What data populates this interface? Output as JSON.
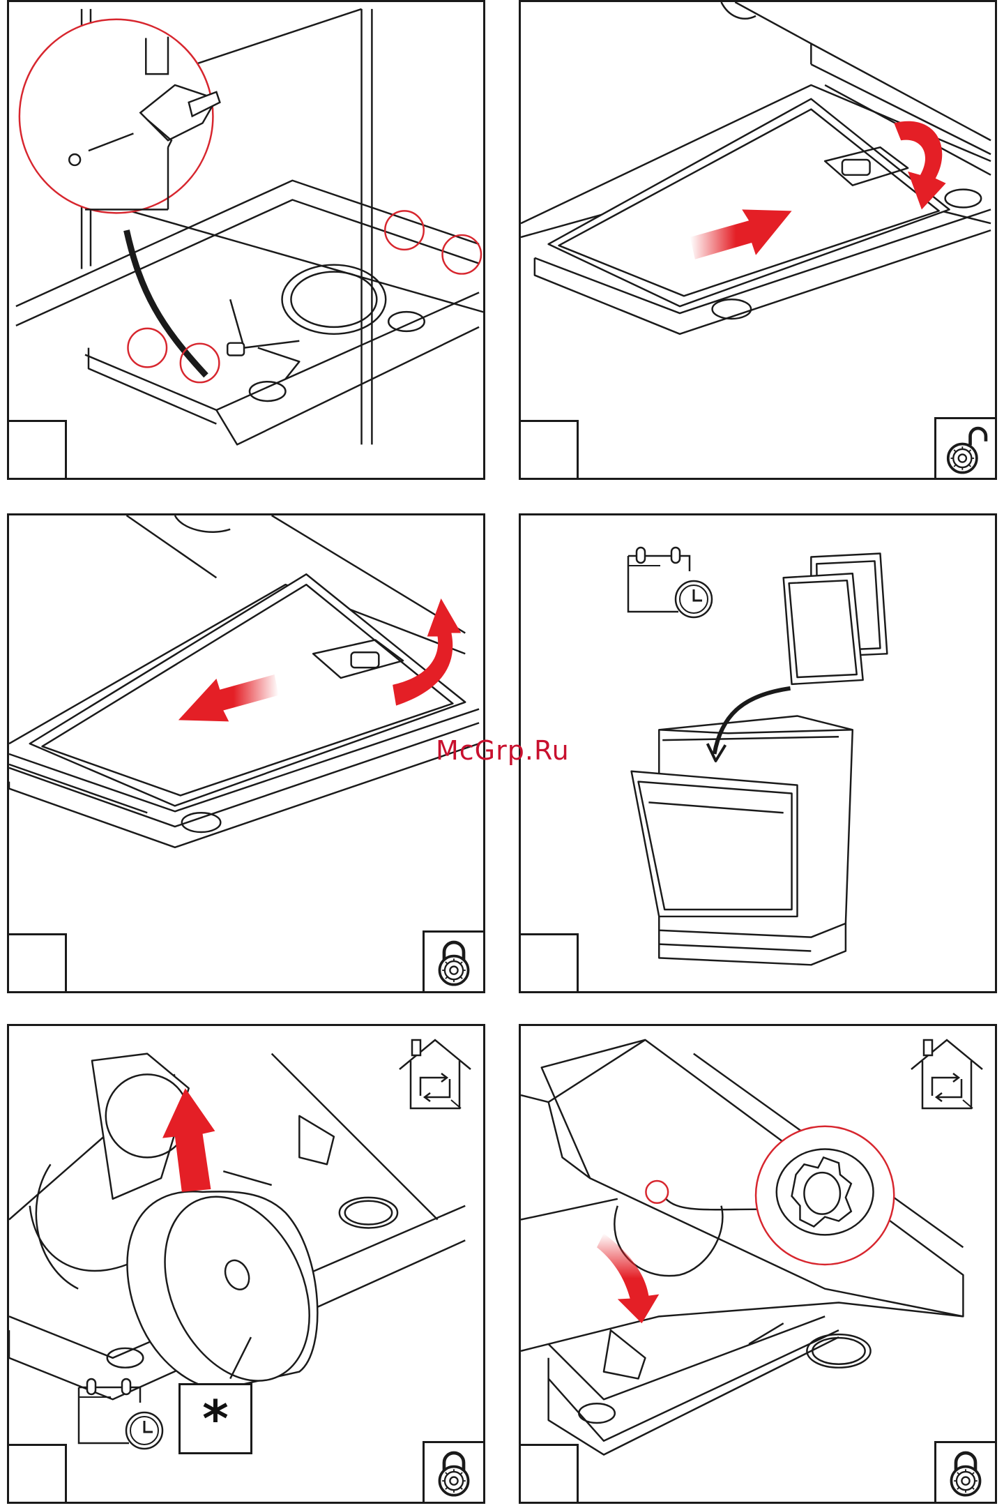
{
  "watermark": "McGrp.Ru",
  "symbol_box": "*",
  "colors": {
    "accent": "#e41f26",
    "line": "#1a1a1a",
    "highlight_circle": "#d7262e"
  },
  "panels": [
    {
      "id": "panel-1",
      "icon": null
    },
    {
      "id": "panel-2",
      "icon": "lock-open-icon"
    },
    {
      "id": "panel-3",
      "icon": "lock-closed-icon"
    },
    {
      "id": "panel-4",
      "icon": "calendar-clock-icon"
    },
    {
      "id": "panel-5",
      "icon": "lock-closed-icon",
      "extra_icons": [
        "house-recirculation-icon",
        "calendar-clock-icon"
      ]
    },
    {
      "id": "panel-6",
      "icon": "lock-closed-icon",
      "extra_icons": [
        "house-recirculation-icon"
      ]
    }
  ]
}
